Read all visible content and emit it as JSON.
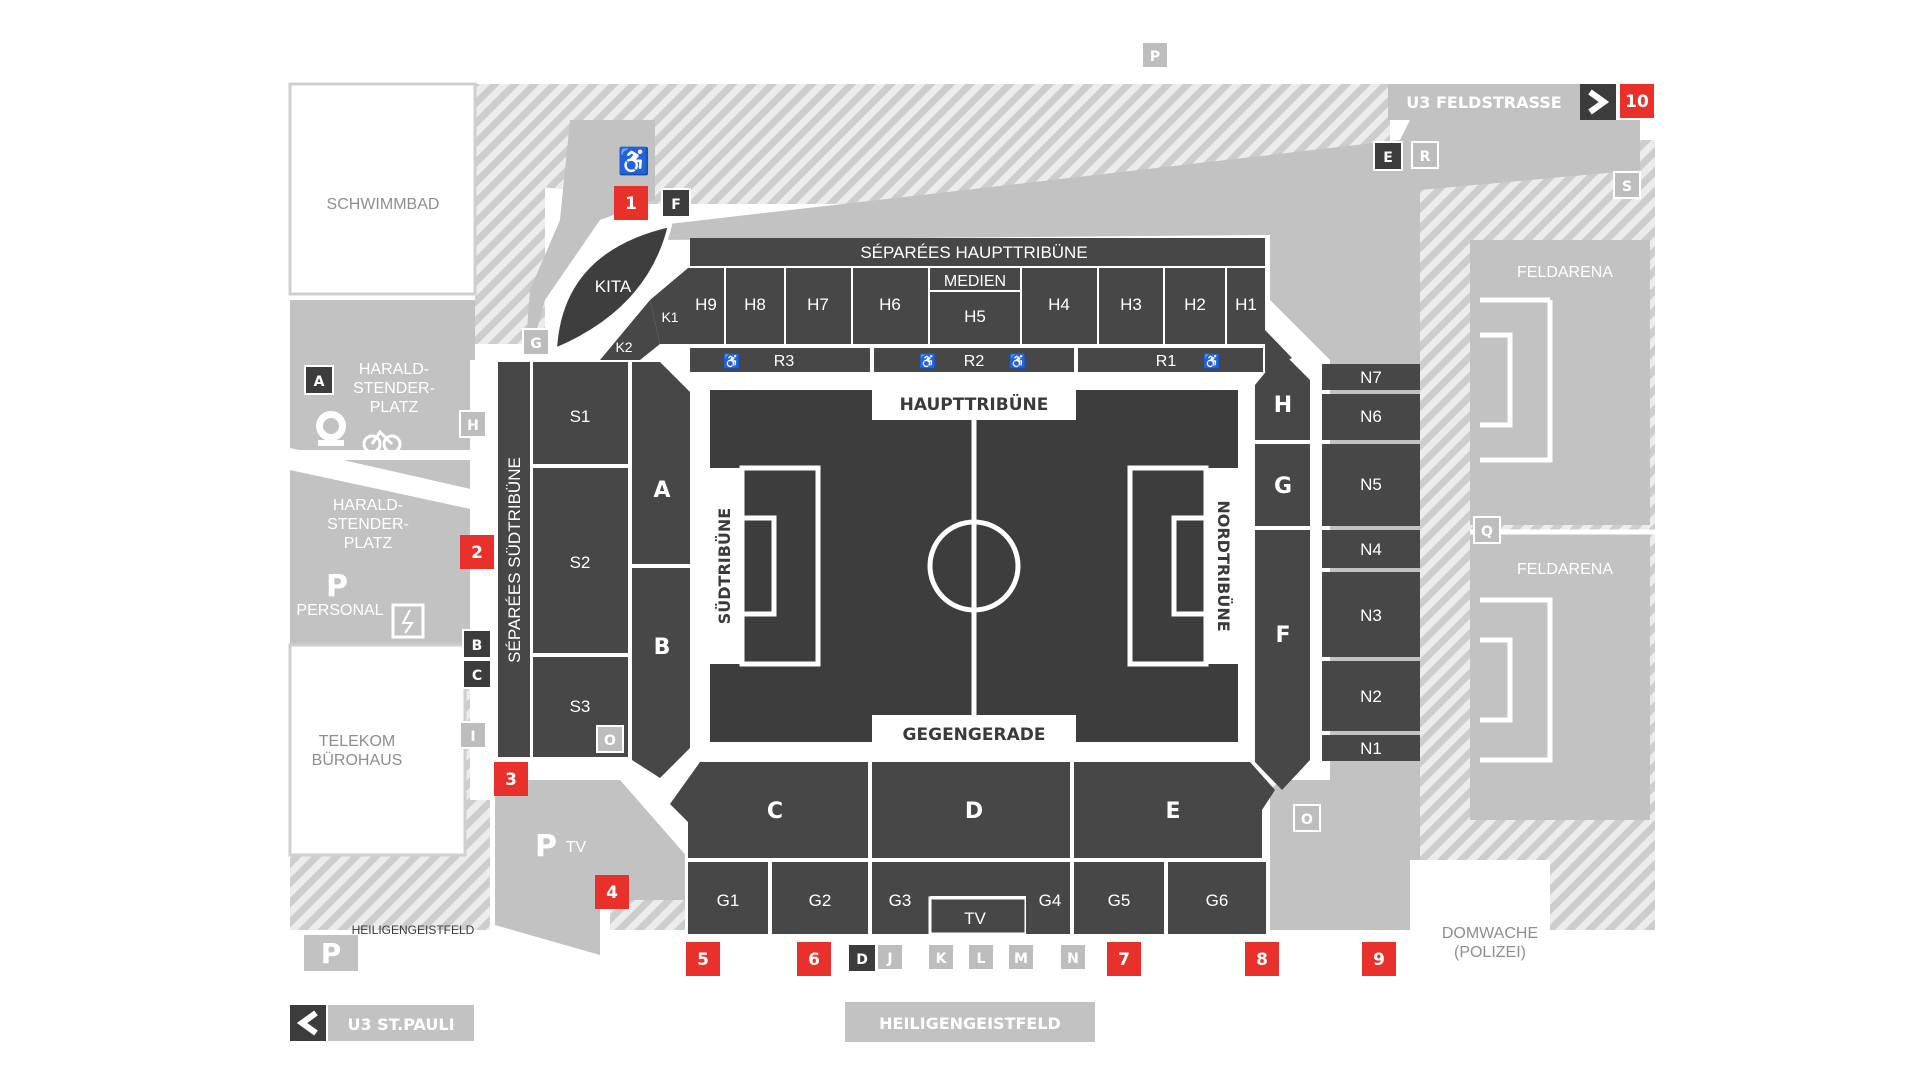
{
  "colors": {
    "background": "#ffffff",
    "ground": "#c2c2c2",
    "ground_light": "#d6d6d6",
    "hatch": "#cfcfcf",
    "stand": "#474747",
    "stand_dark": "#3a3a3a",
    "pitch": "#3d3d3d",
    "line": "#ffffff",
    "entrance_red": "#e8312a",
    "marker_dark": "#3c3c3c",
    "marker_grey": "#bdbdbd",
    "text_grey": "#8e8e8e"
  },
  "areas": {
    "schwimmbad": "SCHWIMMBAD",
    "kita": "KITA",
    "harald1": [
      "HARALD-",
      "STENDER-",
      "PLATZ"
    ],
    "harald2": [
      "HARALD-",
      "STENDER-",
      "PLATZ"
    ],
    "personal": "PERSONAL",
    "telekom": [
      "TELEKOM",
      "BÜROHAUS"
    ],
    "feldarena_top": "FELDARENA",
    "feldarena_bottom": "FELDARENA",
    "domwache": [
      "DOMWACHE",
      "(POLIZEI)"
    ],
    "heiligengeistfeld_small": "HEILIGENGEISTFELD",
    "tv_parking": "TV"
  },
  "signs": {
    "feldstrasse": "U3 FELDSTRASSE",
    "st_pauli": "U3 ST.PAULI",
    "heiligengeistfeld": "HEILIGENGEISTFELD"
  },
  "stands": {
    "separees_haupt": "SÉPARÉES HAUPTTRIBÜNE",
    "separees_sued": "SÉPARÉES SÜDTRIBÜNE",
    "medien": "MEDIEN",
    "haupttribuene": "HAUPTTRIBÜNE",
    "gegengerade": "GEGENGERADE",
    "suedtribuene": "SÜDTRIBÜNE",
    "nordtribuene": "NORDTRIBÜNE",
    "h_blocks": [
      "H9",
      "H8",
      "H7",
      "H6",
      "H5",
      "H4",
      "H3",
      "H2",
      "H1"
    ],
    "k_blocks": [
      "K1",
      "K2"
    ],
    "r_blocks": [
      "R3",
      "R2",
      "R1"
    ],
    "s_blocks": [
      "S1",
      "S2",
      "S3"
    ],
    "n_blocks": [
      "N7",
      "N6",
      "N5",
      "N4",
      "N3",
      "N2",
      "N1"
    ],
    "south_inner": [
      "A",
      "B"
    ],
    "north_inner": [
      "H",
      "G",
      "F"
    ],
    "gegen_upper": [
      "C",
      "D",
      "E"
    ],
    "g_blocks": [
      "G1",
      "G2",
      "G3",
      "G4",
      "G5",
      "G6"
    ],
    "tv": "TV"
  },
  "entrances_red": [
    "1",
    "2",
    "3",
    "4",
    "5",
    "6",
    "7",
    "8",
    "9",
    "10"
  ],
  "markers_dark": [
    "F",
    "A",
    "B",
    "C",
    "D",
    "E"
  ],
  "markers_grey": [
    "P",
    "R",
    "S",
    "G",
    "H",
    "I",
    "O",
    "O",
    "Q",
    "J",
    "K",
    "L",
    "M",
    "N"
  ],
  "parking": "P",
  "icons": [
    "wheelchair-icon",
    "bicycle-icon",
    "charging-icon",
    "station-icon",
    "chevron-right-icon",
    "chevron-left-icon"
  ]
}
